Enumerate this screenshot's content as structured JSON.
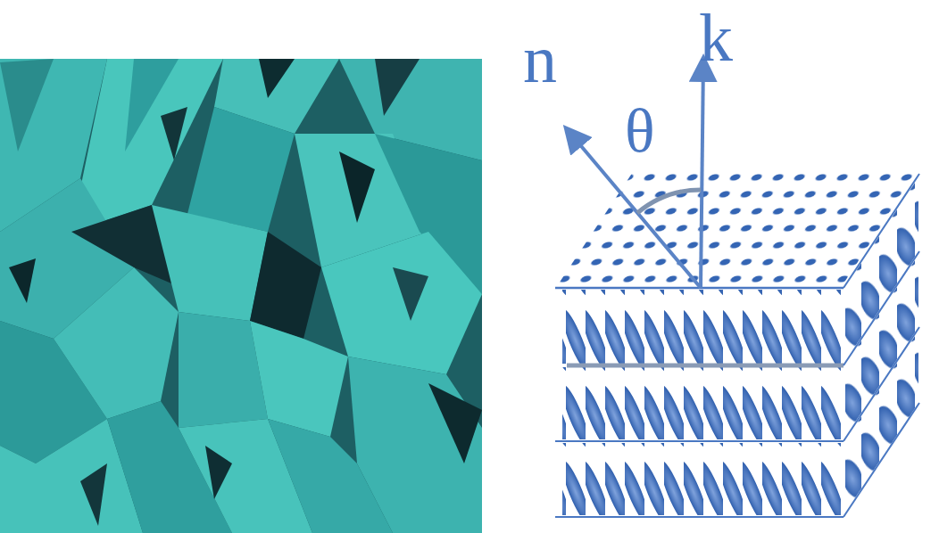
{
  "diagram": {
    "labels": [
      "n",
      "k",
      "θ"
    ]
  }
}
